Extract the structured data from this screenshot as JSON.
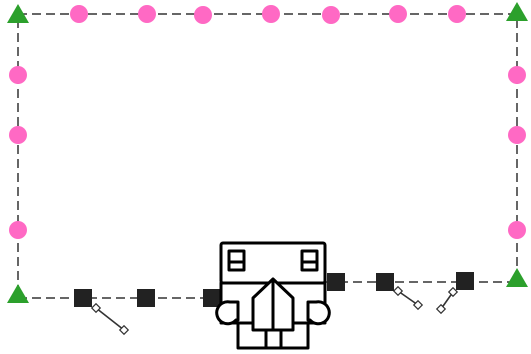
{
  "diagram": {
    "colors": {
      "background": "#ffffff",
      "dash_line": "#333333",
      "corner_marker": "#2ca02c",
      "dot_marker": "#ff69c4",
      "square_marker": "#222222",
      "robot_stroke": "#000000",
      "robot_fill": "#ffffff",
      "tick_stroke": "#333333"
    },
    "markers": {
      "corner": "green-triangle",
      "midpoint": "pink-circle",
      "bottom": "dark-square",
      "tick": "diagonal-dash-tick"
    },
    "center_icon": "robot-icon"
  }
}
